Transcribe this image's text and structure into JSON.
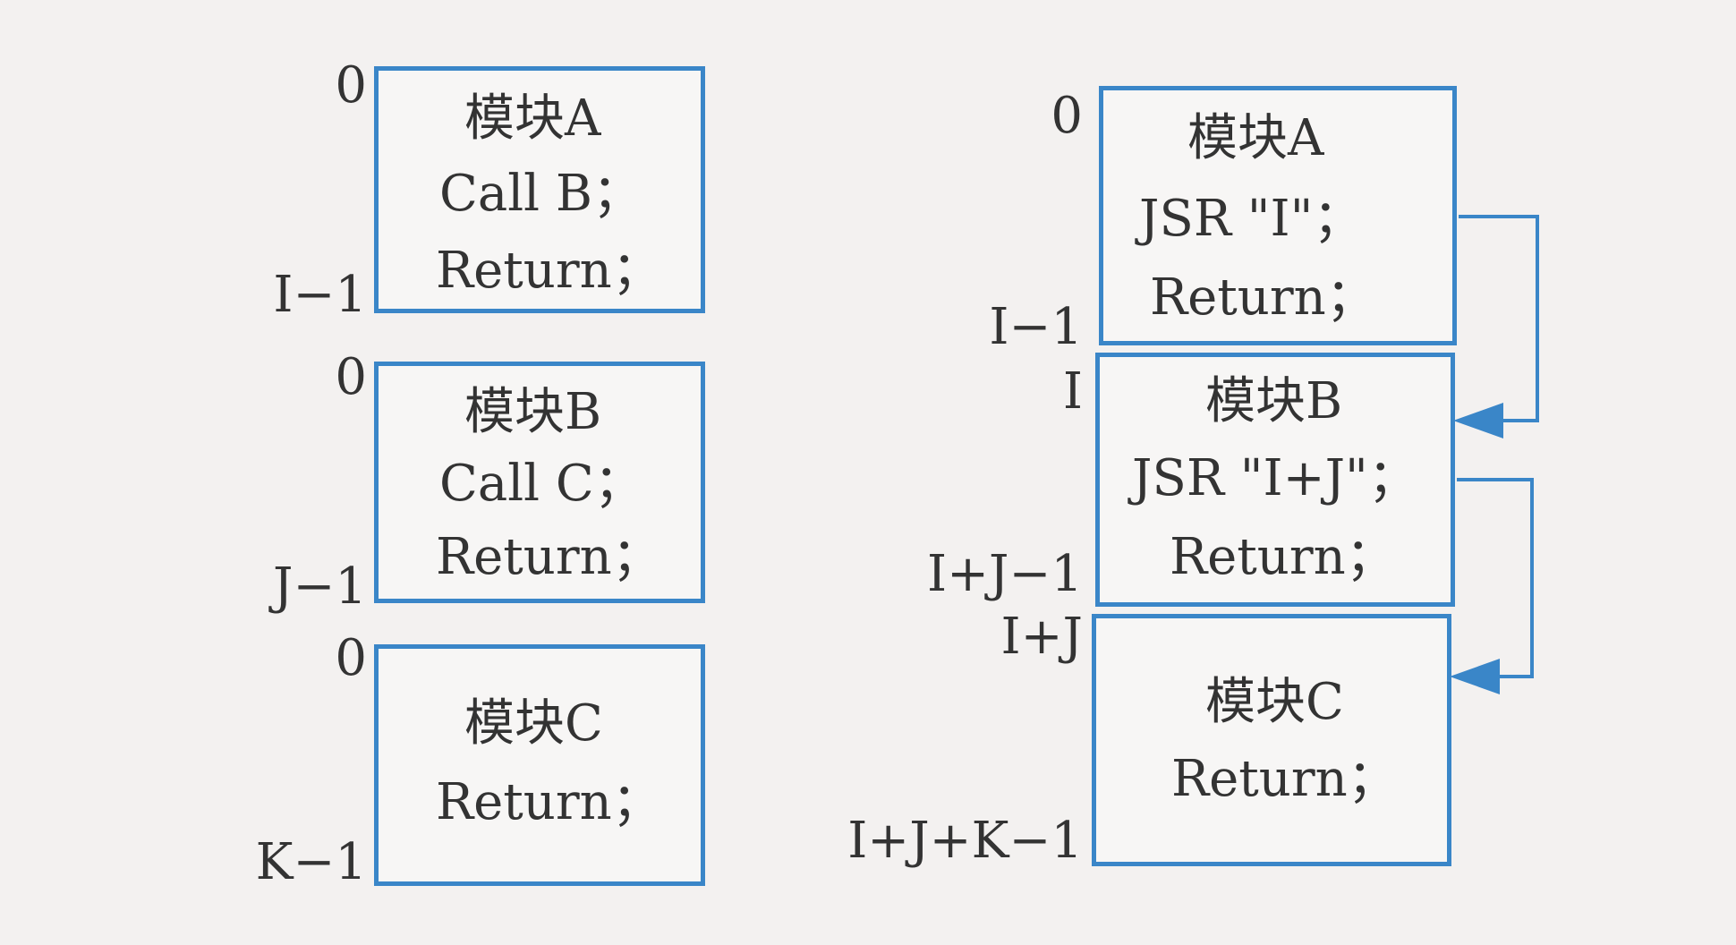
{
  "left": {
    "module_a": {
      "title": "模块A",
      "call": "Call B；",
      "ret": "Return；",
      "start_addr": "0",
      "end_addr": "I−1"
    },
    "module_b": {
      "title": "模块B",
      "call": "Call C；",
      "ret": "Return；",
      "start_addr": "0",
      "end_addr": "J−1"
    },
    "module_c": {
      "title": "模块C",
      "ret": "Return；",
      "start_addr": "0",
      "end_addr": "K−1"
    }
  },
  "right": {
    "module_a": {
      "title": "模块A",
      "call": "JSR \"I\"；",
      "ret": "Return；",
      "start_addr": "0",
      "end_addr": "I−1"
    },
    "module_b": {
      "title": "模块B",
      "call": "JSR \"I+J\"；",
      "ret": "Return；",
      "start_addr": "I",
      "end_addr": "I+J−1"
    },
    "module_c": {
      "title": "模块C",
      "ret": "Return；",
      "start_addr": "I+J",
      "end_addr": "I+J+K−1"
    }
  },
  "colors": {
    "box_border": "#3a86c8",
    "arrow": "#3a86c8",
    "text": "#333333",
    "background": "#f3f1f0"
  }
}
